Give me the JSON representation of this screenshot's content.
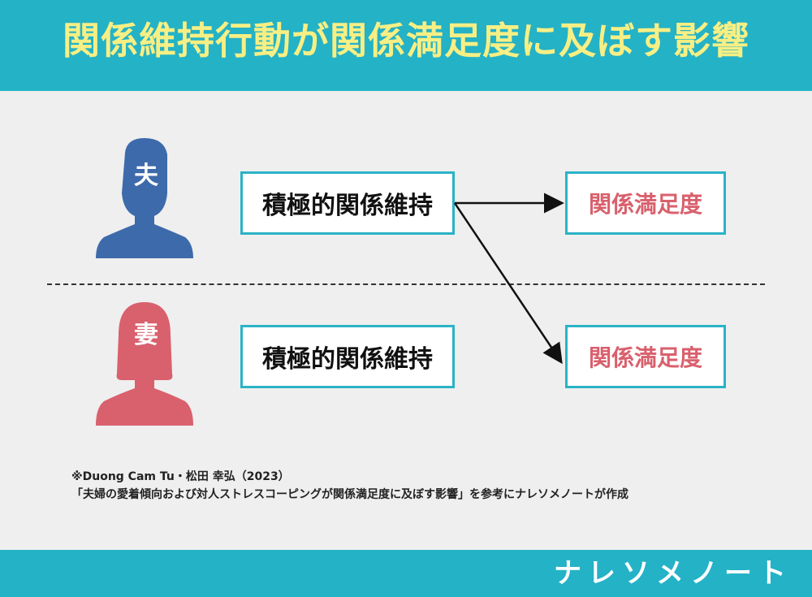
{
  "header": {
    "title": "関係維持行動が関係満足度に及ぼす影響"
  },
  "husband": {
    "label": "夫",
    "action": "積極的関係維持",
    "outcome": "関係満足度",
    "color": "#3d6aaa"
  },
  "wife": {
    "label": "妻",
    "action": "積極的関係維持",
    "outcome": "関係満足度",
    "color": "#d9606d"
  },
  "note": {
    "line1": "※Duong Cam Tu・松田 幸弘（2023）",
    "line2": "「夫婦の愛着傾向および対人ストレスコーピングが関係満足度に及ぼす影響」を参考にナレソメノートが作成"
  },
  "footer": {
    "logo": "ナレソメノート"
  },
  "colors": {
    "accent": "#24b2c6",
    "title": "#f7ef84",
    "border": "#2ab3c6"
  }
}
